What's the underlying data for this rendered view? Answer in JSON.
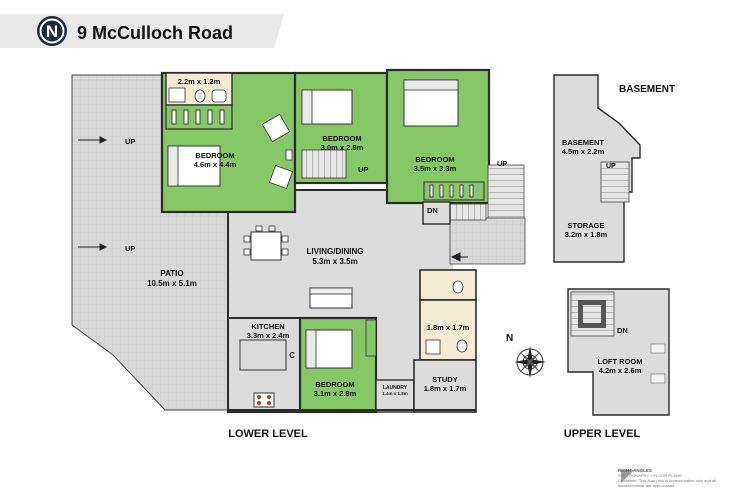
{
  "header": {
    "badge_letter": "N",
    "address": "9 McCulloch Road"
  },
  "rooms": {
    "bathroom_top": {
      "dims": "2.2m x 1.2m"
    },
    "bedroom_main": {
      "name": "BEDROOM",
      "dims": "4.6m x 4.4m"
    },
    "bedroom_2": {
      "name": "BEDROOM",
      "dims": "3.0m x 2.8m"
    },
    "bedroom_3": {
      "name": "BEDROOM",
      "dims": "3.5m x 3.3m"
    },
    "living": {
      "name": "LIVING/DINING",
      "dims": "5.3m x 3.5m"
    },
    "patio": {
      "name": "PATIO",
      "dims": "10.5m x 5.1m"
    },
    "kitchen": {
      "name": "KITCHEN",
      "dims": "3.3m x 2.4m"
    },
    "bedroom_4": {
      "name": "BEDROOM",
      "dims": "3.1m x 2.8m"
    },
    "laundry": {
      "name": "LAUNDRY",
      "dims": "1.4m x 1.8m"
    },
    "bathroom_right": {
      "dims": "1.8m x 1.7m"
    },
    "study": {
      "name": "STUDY",
      "dims": "1.8m x 1.7m"
    },
    "basement_room": {
      "name": "BASEMENT",
      "dims": "4.5m x 2.2m"
    },
    "storage": {
      "name": "STORAGE",
      "dims": "3.2m x 1.8m"
    },
    "loft": {
      "name": "LOFT ROOM",
      "dims": "4.2m x 2.6m"
    }
  },
  "stair_labels": {
    "up": "UP",
    "dn": "DN",
    "cupboard": "C"
  },
  "compass_letter": "N",
  "level_labels": {
    "lower": "LOWER LEVEL",
    "upper": "UPPER LEVEL",
    "basement": "BASEMENT"
  },
  "footer": {
    "brand": "RIGHT ANGLES",
    "subtitle": "PHOTOGRAPHY + FLOOR PLANS",
    "disclaimer": "Disclaimer: This floor plan is representation only and all measurements are approximate."
  },
  "colors": {
    "bedroom_green": "#86c866",
    "interior_grey": "#d9d9d9",
    "patio_grey": "#d6d6d6",
    "wall": "#2b2b2b",
    "bathroom_cream": "#f3ecd2"
  }
}
